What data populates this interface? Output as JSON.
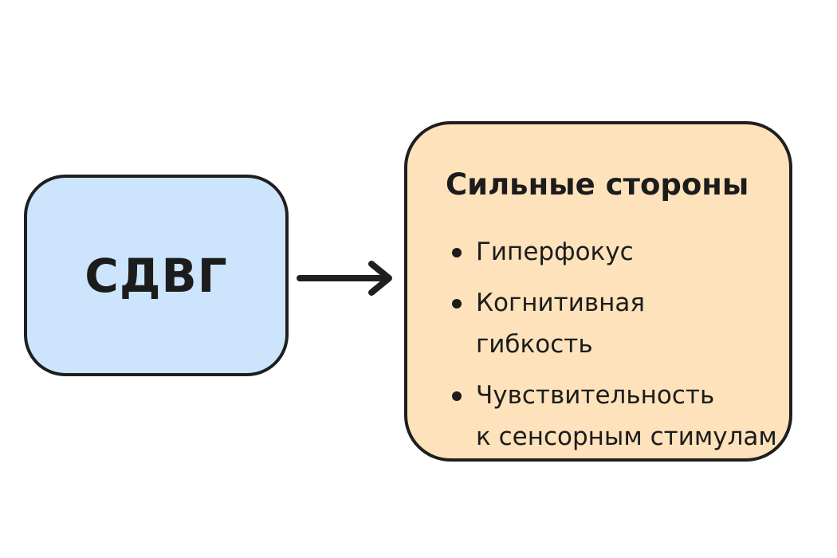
{
  "colors": {
    "source_fill": "#cce4fc",
    "target_fill": "#fde2bb",
    "stroke": "#1f1f1f",
    "text": "#1c1c1c"
  },
  "diagram": {
    "source": {
      "label": "СДВГ"
    },
    "target": {
      "title": "Сильные стороны",
      "items": [
        {
          "lines": [
            "Гиперфокус"
          ]
        },
        {
          "lines": [
            "Когнитивная",
            "гибкость"
          ]
        },
        {
          "lines": [
            "Чувствительность",
            "к сенсорным стимулам"
          ]
        }
      ]
    },
    "edges": [
      {
        "from": "source",
        "to": "target"
      }
    ]
  }
}
